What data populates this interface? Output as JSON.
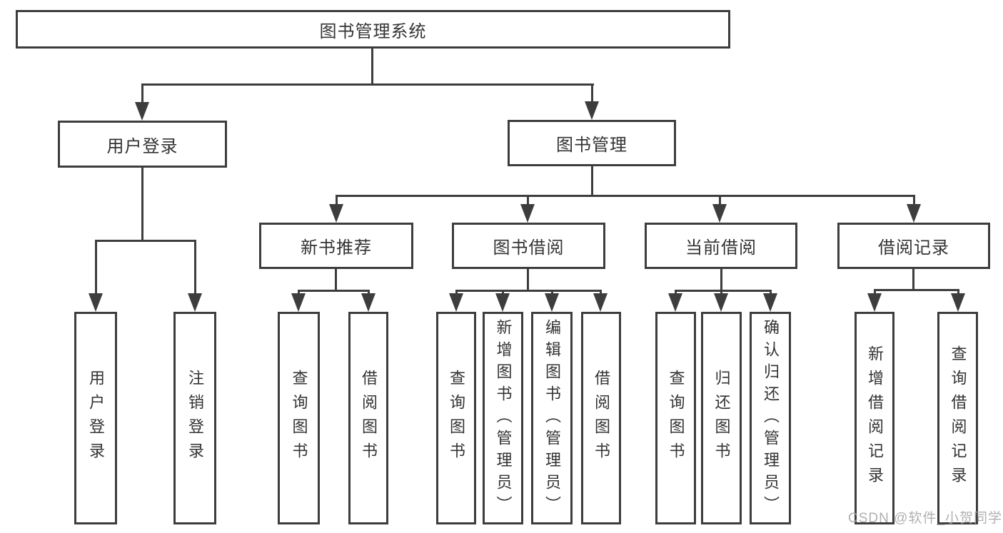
{
  "diagram": {
    "root": "图书管理系统",
    "level2": {
      "user_login": "用户登录",
      "book_management": "图书管理"
    },
    "level3": {
      "new_book_recommend": "新书推荐",
      "book_borrowing": "图书借阅",
      "current_borrowing": "当前借阅",
      "borrowing_records": "借阅记录"
    },
    "leaves": {
      "user_login": "用户登录",
      "logout": "注销登录",
      "recommend_query_books": "查询图书",
      "recommend_borrow_books": "借阅图书",
      "borrow_query_books": "查询图书",
      "borrow_add_book_admin": "新增图书（管理员）",
      "borrow_edit_book_admin": "编辑图书（管理员）",
      "borrow_borrow_books": "借阅图书",
      "current_query_books": "查询图书",
      "current_return_book": "归还图书",
      "current_confirm_return_admin": "确认归还（管理员）",
      "records_add_record": "新增借阅记录",
      "records_query_record": "查询借阅记录"
    }
  },
  "watermark": {
    "text": "CSDN @软件_小贺同学"
  },
  "colors": {
    "line": "#3d3d3d",
    "text": "#333333",
    "background": "#ffffff",
    "watermark": "#a8a8a8"
  }
}
